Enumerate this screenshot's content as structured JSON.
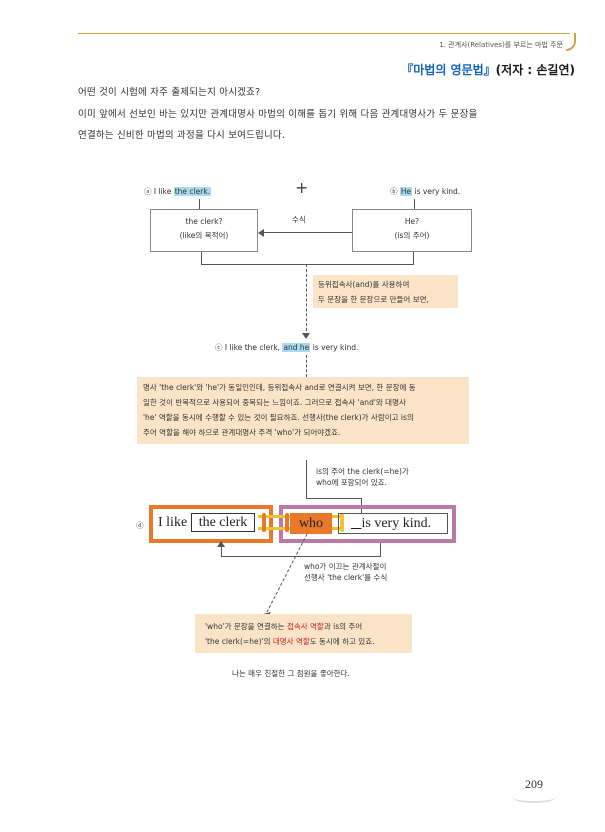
{
  "header": {
    "chapter": "1. 관계사(Relatives)를 부르는 마법 주문",
    "book_title_blue": "『마법의 영문법』",
    "book_title_author": "(저자 : 손길연)"
  },
  "intro": {
    "line1": "어떤 것이 시험에 자주 출제되는지 아시겠죠?",
    "line2": "이미 앞에서 선보인 바는 있지만 관계대명사 마법의 이해를 돕기 위해 다음 관계대명사가 두 문장을",
    "line3": "연결하는 신비한 마법의 과정을 다시 보여드립니다."
  },
  "diagram": {
    "a_marker": "ⓐ",
    "a_text_pre": "I like ",
    "a_text_hl": "the clerk.",
    "plus": "+",
    "b_marker": "ⓑ",
    "b_text_hl": "He",
    "b_text_post": " is very kind.",
    "left_box_line1": "the clerk?",
    "left_box_line2": "(like의 목적어)",
    "right_box_line1": "He?",
    "right_box_line2": "(is의 주어)",
    "modify_label": "수식",
    "note1_line1": "등위접속사(and)를 사용하여",
    "note1_line2": "두 문장을 한 문장으로 만들어 보면,",
    "c_marker": "ⓒ",
    "c_text_pre": "I like the clerk, ",
    "c_text_hl": "and he",
    "c_text_post": " is very kind.",
    "note2_lines": [
      "명사 'the clerk'와 'he'가 동일인인데, 등위접속사 and로 연결시켜 보면, 한 문장에 동",
      "일한 것이 반복적으로 사용되어 중복되는 느낌이죠. 그러므로 접속사 'and'와 대명사",
      "'he' 역할을 동시에 수행할 수 있는 것이 필요하죠. 선행사(the clerk)가 사람이고 is의",
      "주어 역할을 해야 하므로 관계대명사 주격 'who'가 되어야겠죠."
    ],
    "annot1_line1": "is의 주어 the clerk(=he)가",
    "annot1_line2": "who에 포함되어 있죠.",
    "d_marker": "ⓓ",
    "d_i_like": "I like",
    "d_the_clerk": "the clerk",
    "d_who": "who",
    "d_is_very_kind": "is very kind.",
    "annot2_line1": "who가 이끄는 관계사절이",
    "annot2_line2": "선행사 'the clerk'를 수식",
    "note3_line1_pre": "'who'가 문장을 연결하는 ",
    "note3_line1_red": "접속사 역할",
    "note3_line1_post": "과 is의 주어",
    "note3_line2_pre": "'the clerk(=he)'의 ",
    "note3_line2_red": "대명사 역할",
    "note3_line2_post": "도 동시에 하고 있죠.",
    "translation": "나는 매우 친절한 그 점원을 좋아한다."
  },
  "page_number": "209",
  "colors": {
    "accent_orange": "#e8782a",
    "accent_purple": "#b97ba5",
    "highlight_blue": "#a9dcf2",
    "note_bg": "#fbe3c8",
    "title_blue": "#1565c0",
    "emphasis_red": "#c62828"
  }
}
